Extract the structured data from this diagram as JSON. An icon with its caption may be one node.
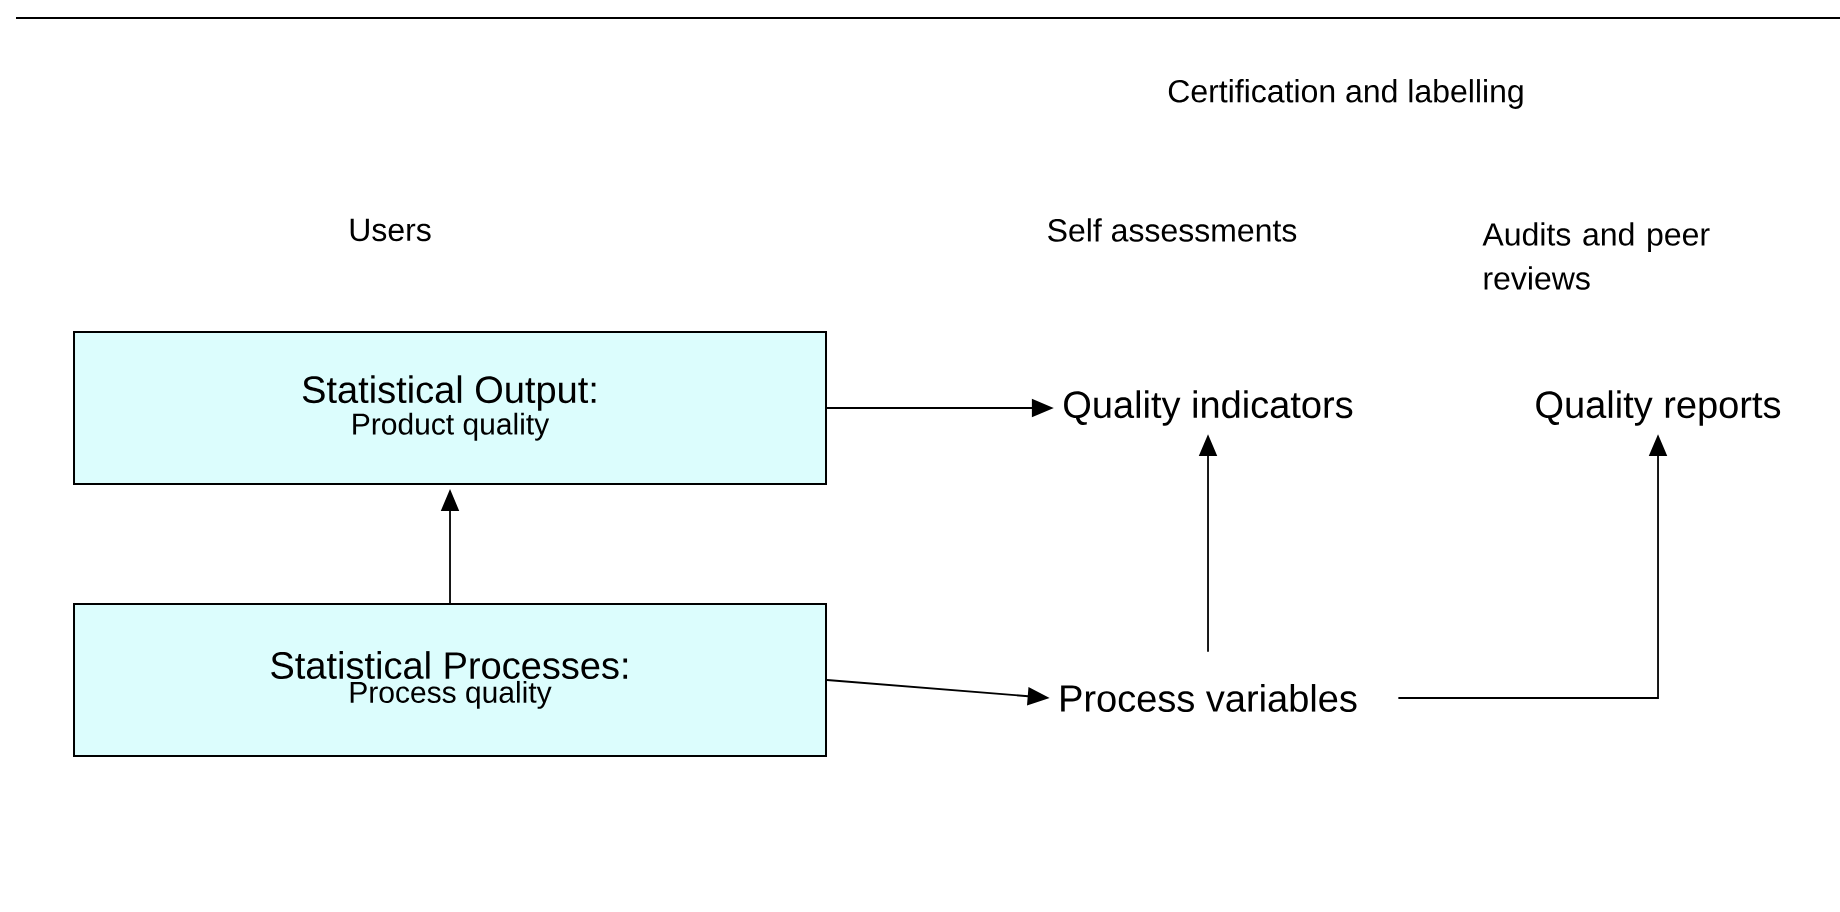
{
  "diagram": {
    "nodes": [
      {
        "text": [
          "Statistical Output:",
          "Product quality"
        ]
      },
      {
        "text": [
          "Statistical Processes:",
          "Process quality"
        ]
      },
      {
        "text": [
          "Quality indicators"
        ]
      },
      {
        "text": [
          "Quality reports"
        ]
      },
      {
        "text": [
          "Process variables"
        ]
      }
    ],
    "edges": [
      {
        "from": 0,
        "to": 2,
        "arrow": "to"
      },
      {
        "from": 1,
        "to": 0,
        "arrow": "to"
      },
      {
        "from": 1,
        "to": 4,
        "arrow": "to"
      },
      {
        "from": 4,
        "to": 2,
        "arrow": "to"
      },
      {
        "from": 4,
        "to": 3,
        "arrow": "to"
      }
    ],
    "labels": [
      "Certification and labelling",
      "Users",
      "Self assessments",
      "Audits and peer reviews"
    ]
  }
}
